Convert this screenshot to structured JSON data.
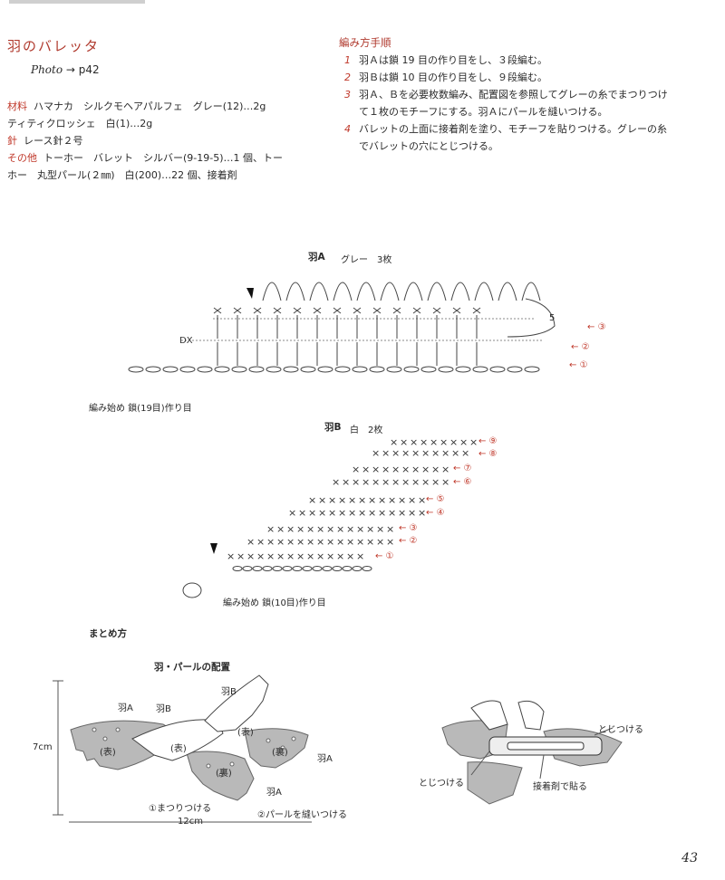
{
  "title": "羽のバレッタ",
  "photo": {
    "label": "Photo",
    "arrow": "→",
    "page": "p42"
  },
  "materials": {
    "line1_label": "材料",
    "line1_text": "ハマナカ　シルクモヘアパルフェ　グレー(12)…2g",
    "line2_text": "ティティクロッシェ　白(1)…2g",
    "line3_label": "針",
    "line3_text": "レース針２号",
    "line4_label": "その他",
    "line4_text": "トーホー　バレット　シルバー(9-19-5)…1 個、トー",
    "line5_text": "ホー　丸型パール(２㎜)　白(200)…22 個、接着剤"
  },
  "steps": {
    "title": "編み方手順",
    "items": [
      {
        "num": "1",
        "lines": [
          "羽Ａは鎖 19 目の作り目をし、３段編む。"
        ]
      },
      {
        "num": "2",
        "lines": [
          "羽Ｂは鎖 10 目の作り目をし、９段編む。"
        ]
      },
      {
        "num": "3",
        "lines": [
          "羽Ａ、Ｂを必要枚数編み、配置図を参照してグレーの糸でまつりつけ",
          "て１枚のモチーフにする。羽Ａにパールを縫いつける。"
        ]
      },
      {
        "num": "4",
        "lines": [
          "バレットの上面に接着剤を塗り、モチーフを貼りつける。グレーの糸",
          "でバレットの穴にとじつける。"
        ]
      }
    ]
  },
  "chartA": {
    "title": "羽A",
    "sub": "グレー　3枚",
    "start_label": "編み始め 鎖(19目)作り目",
    "rows": [
      "③",
      "②",
      "①"
    ],
    "turn_count": "5"
  },
  "chartB": {
    "title": "羽B",
    "sub": "白　2枚",
    "start_label": "編み始め 鎖(10目)作り目",
    "rows": [
      "⑨",
      "⑧",
      "⑦",
      "⑥",
      "⑤",
      "④",
      "③",
      "②",
      "①"
    ]
  },
  "assembly": {
    "title": "まとめ方",
    "subtitle": "羽・パールの配置",
    "labels": {
      "hane_a": "羽A",
      "hane_b": "羽B",
      "omote": "(表)",
      "ura": "(裏)",
      "matsuri": "①まつりつける",
      "pearl": "②パールを縫いつける",
      "height": "7cm",
      "width": "12cm",
      "tojitsukeru": "とじつける",
      "setchaku": "接着剤で貼る"
    }
  },
  "page_number": "43",
  "colors": {
    "accent": "#c0392b",
    "felt": "#b9b9b9",
    "ink": "#2a2a2a"
  }
}
